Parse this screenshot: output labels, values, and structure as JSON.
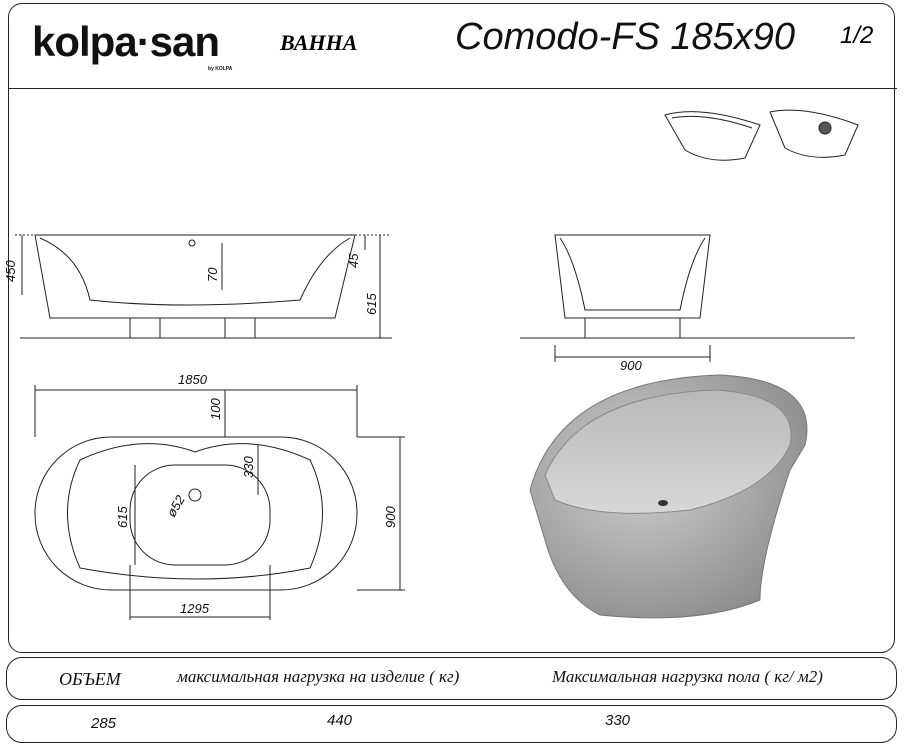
{
  "header": {
    "brand": "kolpa·san",
    "brand_sub": "by KOLPA",
    "product_type": "ВАННА",
    "model": "Comodo-FS 185x90",
    "page": "1/2"
  },
  "dimensions": {
    "front_height": "450",
    "overflow_height": "70",
    "rim": "45",
    "total_height": "615",
    "side_width": "900",
    "length": "1850",
    "rim_top": "100",
    "drain_offset": "330",
    "inner_width": "615",
    "drain_diameter": "ø52",
    "width": "900",
    "inner_length": "1295"
  },
  "specs": {
    "headers": [
      "ОБЪЕМ",
      "максимальная нагрузка на изделие ( кг)",
      "Максимальная нагрузка пола ( кг/ м2)"
    ],
    "values": [
      "285",
      "440",
      "330"
    ]
  }
}
